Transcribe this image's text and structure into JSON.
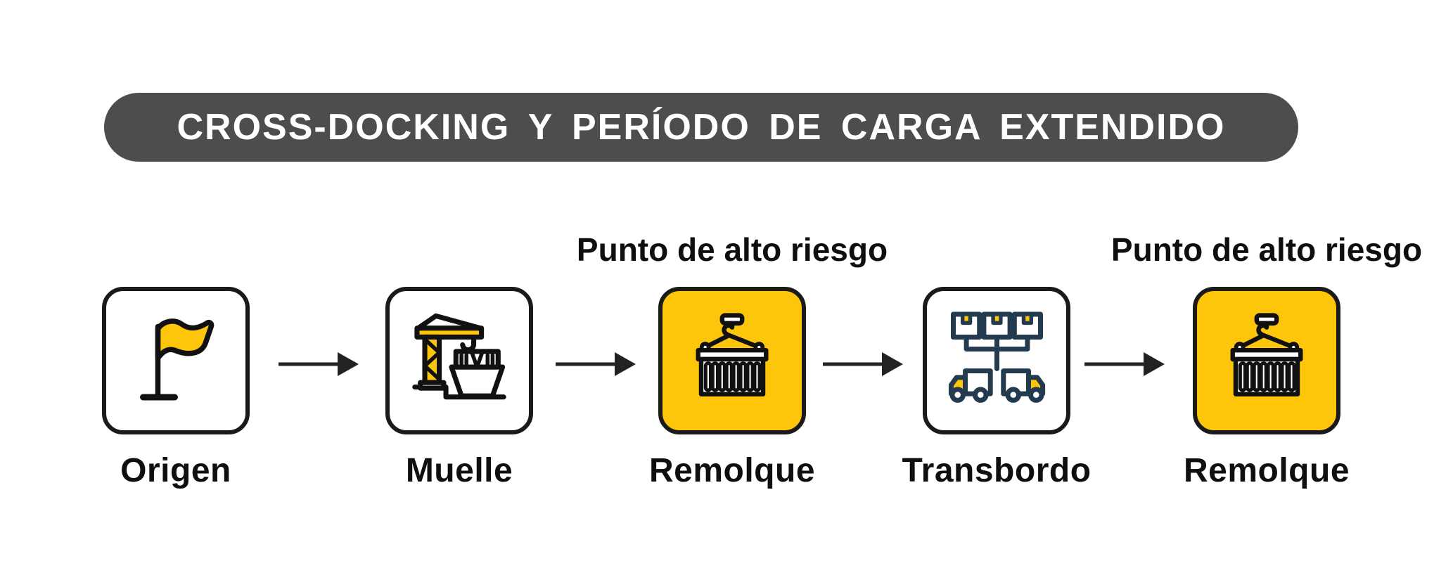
{
  "title": {
    "text": "CROSS-DOCKING Y PERÍODO DE CARGA EXTENDIDO"
  },
  "flow": {
    "stages": [
      {
        "label": "Origen",
        "icon": "flag-icon",
        "highlighted": false,
        "risk_label": ""
      },
      {
        "label": "Muelle",
        "icon": "port-crane-ship-icon",
        "highlighted": false,
        "risk_label": ""
      },
      {
        "label": "Remolque",
        "icon": "hanging-container-icon",
        "highlighted": true,
        "risk_label": "Punto de alto riesgo"
      },
      {
        "label": "Transbordo",
        "icon": "cross-dock-distribution-icon",
        "highlighted": false,
        "risk_label": ""
      },
      {
        "label": "Remolque",
        "icon": "hanging-container-icon",
        "highlighted": true,
        "risk_label": "Punto de alto riesgo"
      }
    ],
    "arrow_count": 4
  },
  "colors": {
    "background": "#FFFFFF",
    "banner_bg": "#4D4D4F",
    "banner_text": "#FFFFFF",
    "accent_yellow": "#FDC60B",
    "outline_black": "#1A1A1A",
    "icon_navy": "#233A4F",
    "label_text": "#0F0F0F"
  }
}
